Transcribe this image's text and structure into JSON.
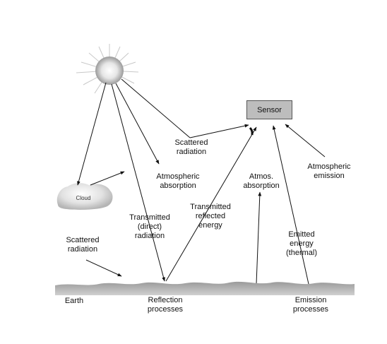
{
  "labels": {
    "sensor": "Sensor",
    "cloud": "Cloud",
    "scattered_top": "Scattered\nradiation",
    "atm_absorption": "Atmospheric\nabsorption",
    "atmos_absorption": "Atmos.\nabsorption",
    "atm_emission": "Atmospheric\nemission",
    "transmitted_direct": "Transmitted\n(direct)\nradiation",
    "transmitted_reflected": "Transmitted\nreflected\nenergy",
    "emitted_energy": "Emitted\nenergy\n(thermal)",
    "scattered_left": "Scattered\nradiation",
    "earth": "Earth",
    "reflection": "Reflection\nprocesses",
    "emission": "Emission\nprocesses"
  },
  "colors": {
    "sensor_fill": "#bdbdbd",
    "ground": "#8a8a8a",
    "line": "#111111"
  }
}
